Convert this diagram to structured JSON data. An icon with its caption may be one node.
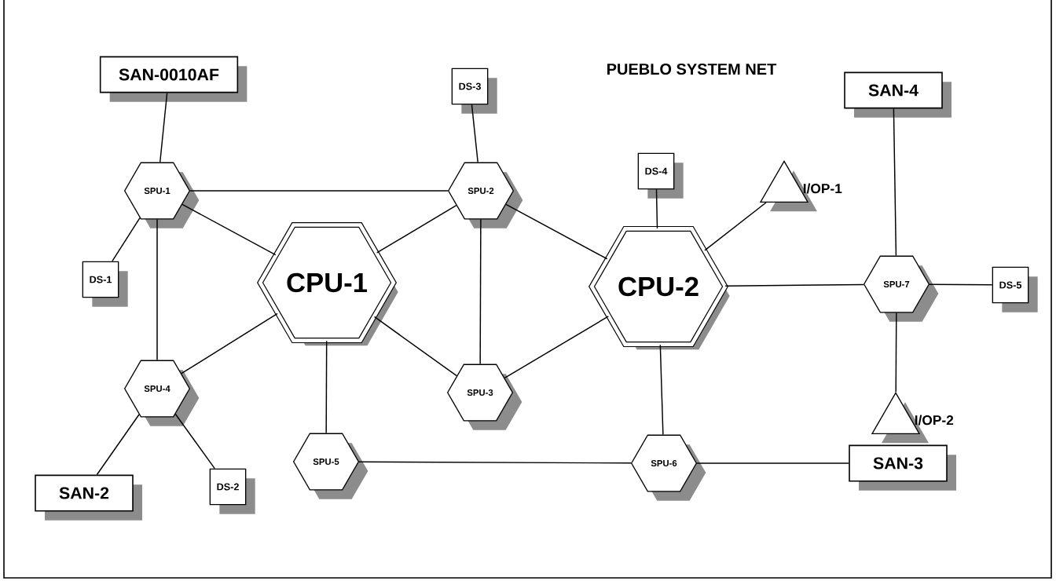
{
  "diagram": {
    "title": "PUEBLO SYSTEM NET",
    "nodes": [
      {
        "text": [
          "SAN-0010AF"
        ]
      },
      {
        "text": [
          "DS-3"
        ]
      },
      {
        "text": [
          "SAN-4"
        ]
      },
      {
        "text": [
          "SPU-1"
        ]
      },
      {
        "text": [
          "SPU-2"
        ]
      },
      {
        "text": [
          "DS-4"
        ]
      },
      {
        "text": [
          "I/OP-1"
        ]
      },
      {
        "text": [
          "DS-1"
        ]
      },
      {
        "text": [
          "CPU-1"
        ]
      },
      {
        "text": [
          "CPU-2"
        ]
      },
      {
        "text": [
          "SPU-7"
        ]
      },
      {
        "text": [
          "DS-5"
        ]
      },
      {
        "text": [
          "SPU-4"
        ]
      },
      {
        "text": [
          "SPU-3"
        ]
      },
      {
        "text": [
          "I/OP-2"
        ]
      },
      {
        "text": [
          "SPU-5"
        ]
      },
      {
        "text": [
          "SAN-2"
        ]
      },
      {
        "text": [
          "DS-2"
        ]
      },
      {
        "text": [
          "SPU-6"
        ]
      },
      {
        "text": [
          "SAN-3"
        ]
      }
    ],
    "edges": [
      {
        "from": 0,
        "to": 3,
        "arrow": "none"
      },
      {
        "from": 1,
        "to": 4,
        "arrow": "none"
      },
      {
        "from": 2,
        "to": 10,
        "arrow": "none"
      },
      {
        "from": 3,
        "to": 4,
        "arrow": "none"
      },
      {
        "from": 3,
        "to": 7,
        "arrow": "none"
      },
      {
        "from": 3,
        "to": 8,
        "arrow": "none"
      },
      {
        "from": 3,
        "to": 12,
        "arrow": "none"
      },
      {
        "from": 4,
        "to": 8,
        "arrow": "none"
      },
      {
        "from": 4,
        "to": 13,
        "arrow": "none"
      },
      {
        "from": 4,
        "to": 9,
        "arrow": "none"
      },
      {
        "from": 5,
        "to": 9,
        "arrow": "none"
      },
      {
        "from": 6,
        "to": 9,
        "arrow": "none"
      },
      {
        "from": 9,
        "to": 10,
        "arrow": "none"
      },
      {
        "from": 10,
        "to": 11,
        "arrow": "none"
      },
      {
        "from": 10,
        "to": 14,
        "arrow": "none"
      },
      {
        "from": 8,
        "to": 12,
        "arrow": "none"
      },
      {
        "from": 8,
        "to": 15,
        "arrow": "none"
      },
      {
        "from": 8,
        "to": 13,
        "arrow": "none"
      },
      {
        "from": 9,
        "to": 13,
        "arrow": "none"
      },
      {
        "from": 9,
        "to": 18,
        "arrow": "none"
      },
      {
        "from": 12,
        "to": 16,
        "arrow": "none"
      },
      {
        "from": 12,
        "to": 17,
        "arrow": "none"
      },
      {
        "from": 15,
        "to": 18,
        "arrow": "none"
      },
      {
        "from": 18,
        "to": 19,
        "arrow": "none"
      }
    ]
  }
}
